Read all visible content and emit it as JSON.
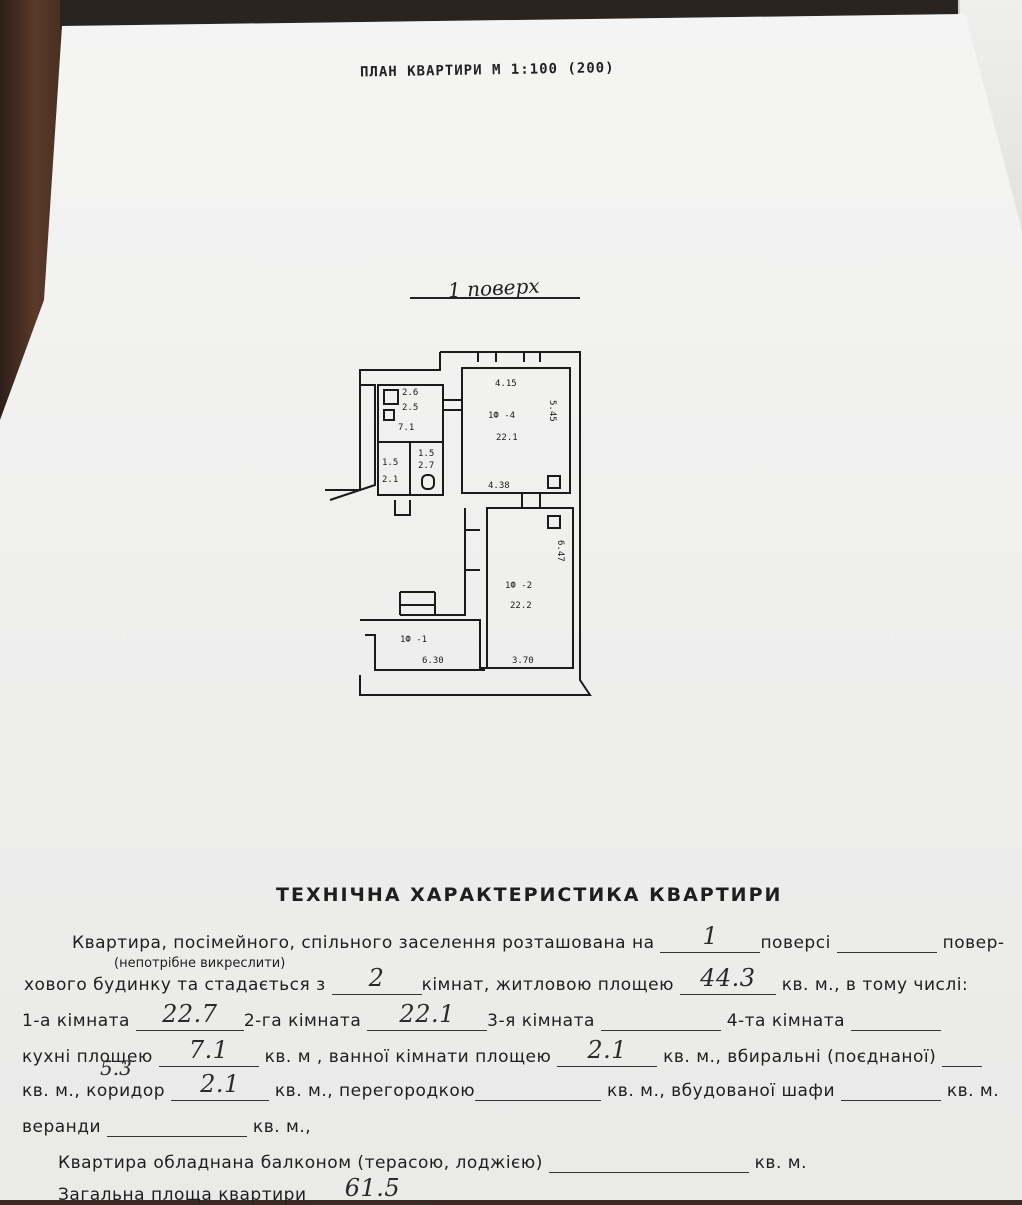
{
  "plan_title": "ПЛАН КВАРТИРИ М 1:100 (200)",
  "floor_label": "1 поверх",
  "plan_labels": {
    "top_width": "4.15",
    "room4_name": "1Ф -4",
    "room4_area": "22.1",
    "room4_height": "5.45",
    "room4_bottom": "4.38",
    "kitchen_a": "2.6",
    "kitchen_b": "2.5",
    "kitchen_area": "7.1",
    "corr_a": "1.5",
    "corr_area": "2.1",
    "bath_a": "1.5",
    "bath_b": "2.7",
    "room2_name": "1Ф -2",
    "room2_area": "22.2",
    "room2_height": "6.47",
    "room1_name": "1Ф -1",
    "dim_630": "6.30",
    "dim_370": "3.70"
  },
  "section_title": "ТЕХНІЧНА ХАРАКТЕРИСТИКА КВАРТИРИ",
  "form": {
    "l1_a": "Квартира, посімейного, спільного заселення розташована на",
    "l1_b": "поверсі",
    "l1_c": "повер-",
    "note": "(непотрібне викреслити)",
    "l2_a": "хового будинку та с",
    "l2_b": "тадається з",
    "l2_c": "кімнат, житловою площею",
    "l2_d": "кв. м., в тому числі:",
    "l3_a": "1-а кімната",
    "l3_b": "2-га кімната",
    "l3_c": "3-я кімната",
    "l3_d": "4-та кімната",
    "l4_a": "кухні площею",
    "l4_b": "кв. м , ванної кімнати площею",
    "l4_c": "кв. м., вбиральні (поєднаної)",
    "l5_a": "кв. м., коридор",
    "l5_b": "кв. м., перегородкою",
    "l5_c": "кв. м., вбудованої шафи",
    "l5_d": "кв. м.",
    "l6_a": "веранди",
    "l6_b": "кв. м.,",
    "l7_a": "Квартира обладнана балконом (терасою, лоджією)",
    "l7_b": "кв. м.",
    "l8_a": "Загальна площа квартири"
  },
  "handwritten": {
    "floor": "1",
    "rooms": "2",
    "living_area": "44.3",
    "room1": "22.7",
    "room2": "22.1",
    "kitchen": "7.1",
    "kitchen_alt": "5.3",
    "bath": "2.1",
    "corridor": "2.1",
    "total": "61.5"
  }
}
